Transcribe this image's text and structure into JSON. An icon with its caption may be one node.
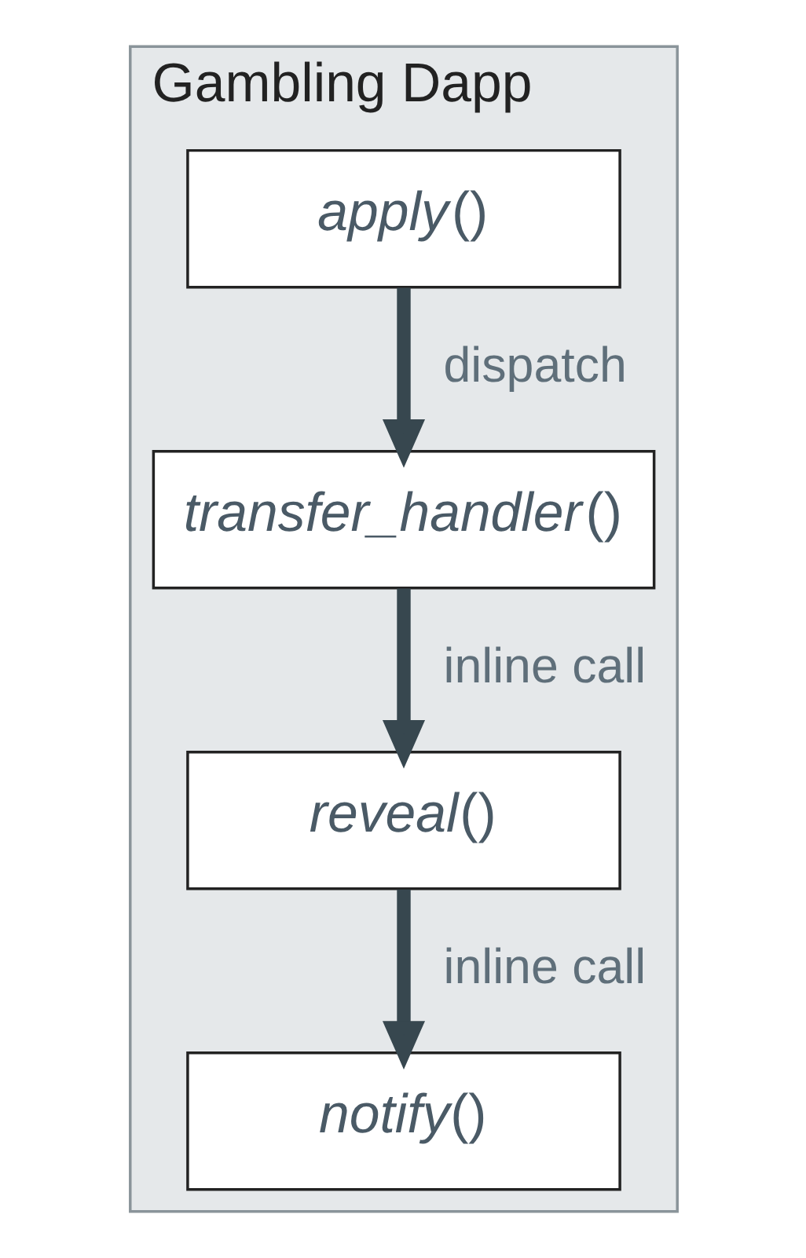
{
  "diagram": {
    "nodes": [
      {
        "text": [
          "Gambling Dapp"
        ]
      },
      {
        "text": [
          "*apply*()"
        ],
        "in": 0
      },
      {
        "text": [
          "*transfer_handler*()"
        ],
        "in": 0
      },
      {
        "text": [
          "*reveal*()"
        ],
        "in": 0
      },
      {
        "text": [
          "*notify*()"
        ],
        "in": 0
      }
    ],
    "edges": [
      {
        "from": 1,
        "to": 2,
        "arrow": "to",
        "label": "dispatch"
      },
      {
        "from": 2,
        "to": 3,
        "arrow": "to",
        "label": "inline call"
      },
      {
        "from": 3,
        "to": 4,
        "arrow": "to",
        "label": "inline call"
      }
    ]
  }
}
